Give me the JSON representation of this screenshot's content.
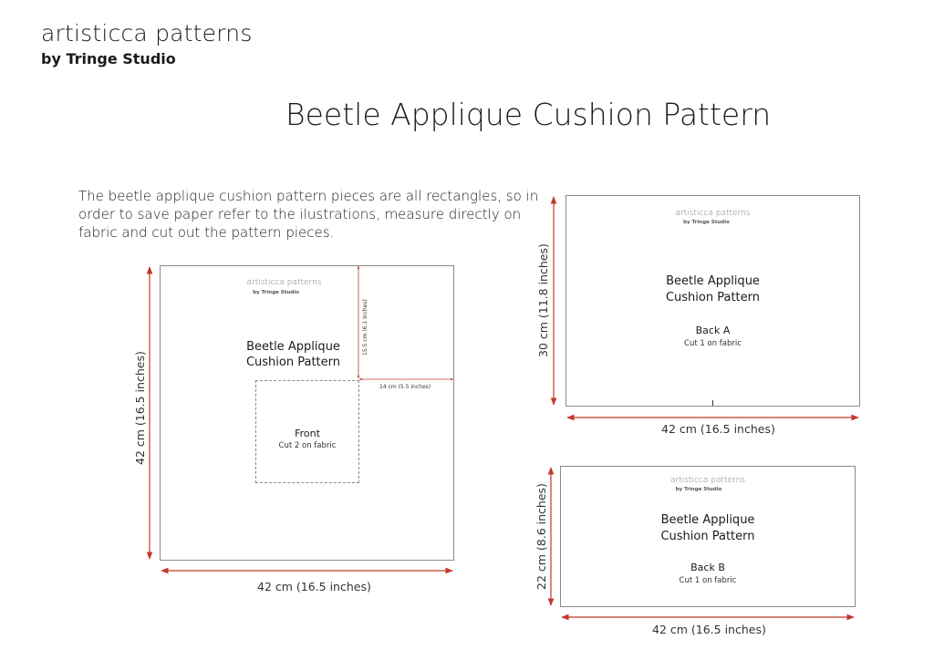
{
  "header": {
    "brand_name": "artisticca patterns",
    "brand_by": "by Tringe Studio"
  },
  "title": "Beetle Applique Cushion Pattern",
  "intro_text": "The beetle applique cushion pattern pieces are all rectangles, so in order to save paper refer to the ilustrations, measure directly on fabric and cut out the pattern pieces.",
  "colors": {
    "dimension_arrow": "#c0392b",
    "piece_border": "#8a8a8a"
  },
  "pieces": {
    "front": {
      "brand_name": "artisticca patterns",
      "brand_by": "by Tringe Studio",
      "title_line1": "Beetle Applique",
      "title_line2": "Cushion Pattern",
      "applique_name": "Front",
      "applique_cut": "Cut 2 on fabric",
      "width_label": "42 cm (16.5 inches)",
      "height_label": "42 cm (16.5 inches)",
      "applique_height_label": "15.5 cm (6.1 inches)",
      "applique_width_label": "14 cm (5.5 inches)"
    },
    "back_a": {
      "brand_name": "artisticca patterns",
      "brand_by": "by Tringe Studio",
      "title_line1": "Beetle Applique",
      "title_line2": "Cushion Pattern",
      "name": "Back A",
      "cut": "Cut 1 on fabric",
      "width_label": "42 cm (16.5 inches)",
      "height_label": "30 cm (11.8 inches)"
    },
    "back_b": {
      "brand_name": "artisticca patterns",
      "brand_by": "by Tringe Studio",
      "title_line1": "Beetle Applique",
      "title_line2": "Cushion Pattern",
      "name": "Back B",
      "cut": "Cut 1 on fabric",
      "width_label": "42 cm (16.5 inches)",
      "height_label": "22 cm (8.6 inches)"
    }
  }
}
